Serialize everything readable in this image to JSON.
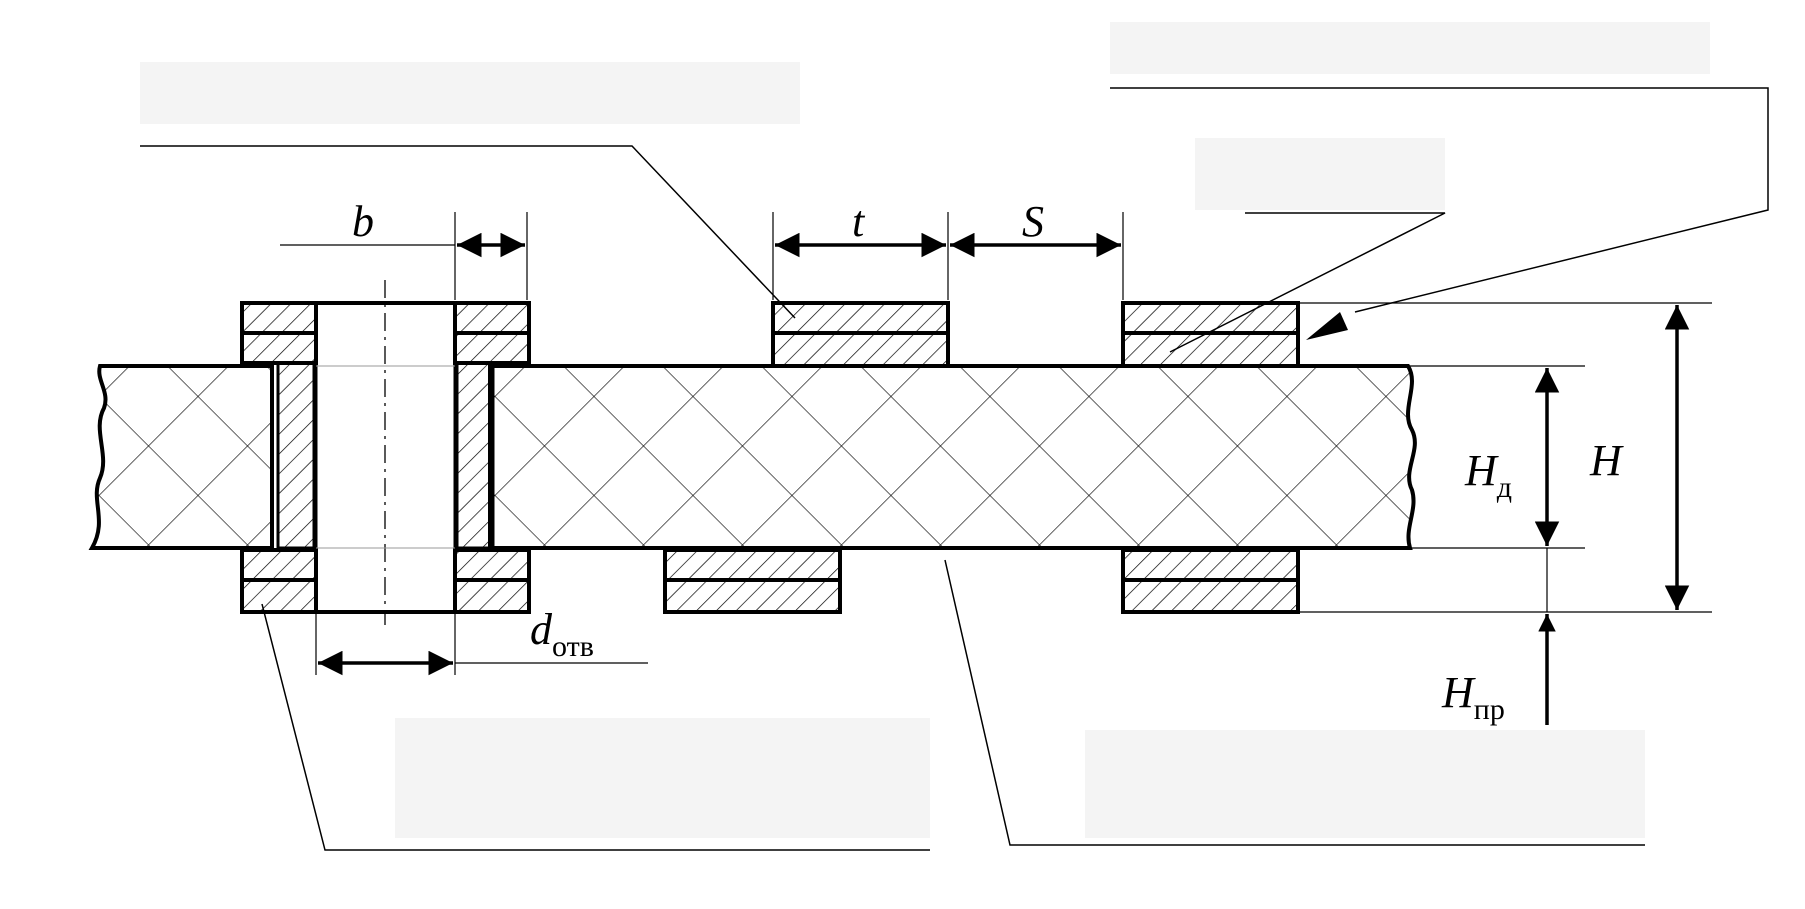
{
  "labels": {
    "b": "b",
    "t": "t",
    "s": "S",
    "h": "H",
    "hd_main": "H",
    "hd_sub": "д",
    "hpr_main": "H",
    "hpr_sub": "пр",
    "dotv_main": "d",
    "dotv_sub": "отв"
  },
  "colors": {
    "line": "#000000",
    "background": "#ffffff",
    "leader": "#222222",
    "label_box": "#f4f4f4"
  }
}
